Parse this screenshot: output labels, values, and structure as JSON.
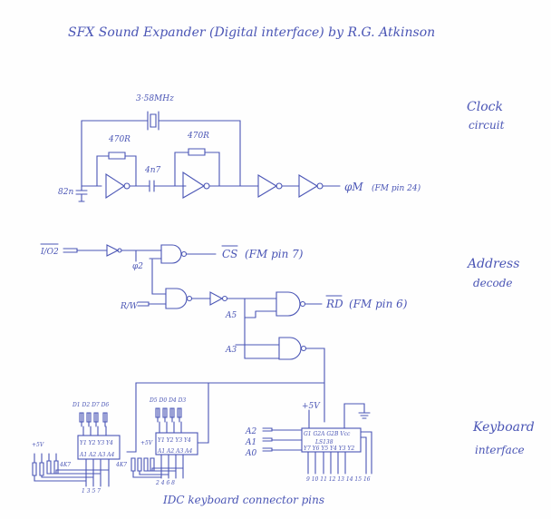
{
  "title": "SFX Sound Expander (Digital interface)   by R.G. Atkinson",
  "sections": {
    "clock": {
      "label_1": "Clock",
      "label_2": "circuit"
    },
    "address": {
      "label_1": "Address",
      "label_2": "decode"
    },
    "keyboard": {
      "label_1": "Keyboard",
      "label_2": "interface"
    }
  },
  "clock": {
    "crystal": "3·58MHz",
    "r1": "470R",
    "r2": "470R",
    "cap": "4n7",
    "cap_ground": "82n",
    "output": "φM",
    "output_note": "(FM pin 24)"
  },
  "address": {
    "io2": "I/O2",
    "phi2": "φ2",
    "rw": "R/W",
    "cs": "CS",
    "cs_note": "(FM pin 7)",
    "rd": "RD",
    "rd_note": "(FM pin 6)",
    "a5": "A5",
    "a3": "A3"
  },
  "keyboard": {
    "chip1_data": "D1 D2 D7 D6",
    "chip2_data": "D5 D0 D4 D3",
    "chip1_y": "Y1 Y2 Y3 Y4",
    "chip1_a": "A1 A2 A3 A4",
    "chip2_y": "Y1 Y2 Y3 Y4",
    "chip2_a": "A1 A2 A3 A4",
    "plus5v_1": "+5V",
    "plus5v_2": "+5V",
    "plus5v_3": "+5V",
    "r_4k7_1": "4K7",
    "r_4k7_2": "4K7",
    "pins_1": "1  3  5  7",
    "pins_2": "2  4  6  8",
    "decoder_name": "LS138",
    "decoder_top": "G1 G2A G2B Vcc",
    "decoder_bottom": "Y7 Y6 Y5 Y4 Y3 Y2",
    "a2": "A2",
    "a1": "A1",
    "a0": "A0",
    "decoder_pins": "9  10 11 12 13 14  15  16",
    "connector_label": "IDC keyboard connector pins"
  }
}
